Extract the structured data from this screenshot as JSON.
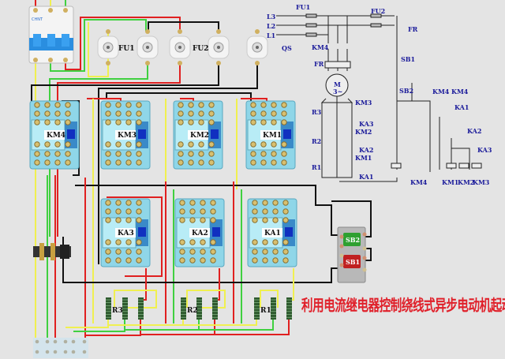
{
  "title": "利用电流继电器控制绕线式异步电动机起动控制线路",
  "breaker": {
    "brand": "CHNT"
  },
  "fuses": {
    "fu1": "FU1",
    "fu2": "FU2"
  },
  "contactors": [
    {
      "id": "KM4"
    },
    {
      "id": "KM3"
    },
    {
      "id": "KM2"
    },
    {
      "id": "KM1"
    }
  ],
  "relays": [
    {
      "id": "KA3"
    },
    {
      "id": "KA2"
    },
    {
      "id": "KA1"
    }
  ],
  "resistors": [
    {
      "id": "R3"
    },
    {
      "id": "R2"
    },
    {
      "id": "R1"
    }
  ],
  "buttons": {
    "start": "SB2",
    "stop": "SB1"
  },
  "schematic": {
    "lines": [
      "L3",
      "L2",
      "L1"
    ],
    "qs": "QS",
    "fu1": "FU1",
    "fu2": "FU2",
    "km4_main": "KM4",
    "fr": "FR",
    "motor": "M",
    "motor_sub": "3~",
    "km3": "KM3",
    "ka3": "KA3",
    "km2": "KM2",
    "ka2": "KA2",
    "km1": "KM1",
    "ka1": "KA1",
    "r3": "R3",
    "r2": "R2",
    "r1": "R1",
    "fr_ctrl": "FR",
    "sb1": "SB1",
    "sb2": "SB2",
    "km4_aux1": "KM4",
    "km4_aux2": "KM4",
    "ka1_ctrl": "KA1",
    "ka2_ctrl": "KA2",
    "ka3_ctrl": "KA3",
    "coils": [
      "KM4",
      "KM1",
      "KM2",
      "KM3"
    ]
  },
  "colors": {
    "red": "#e02020",
    "yellow": "#f0f050",
    "green": "#40d040",
    "black": "#111111",
    "contactor": "#8fd6e8",
    "schematic_text": "#1a1a9a",
    "title": "#e0202a"
  }
}
